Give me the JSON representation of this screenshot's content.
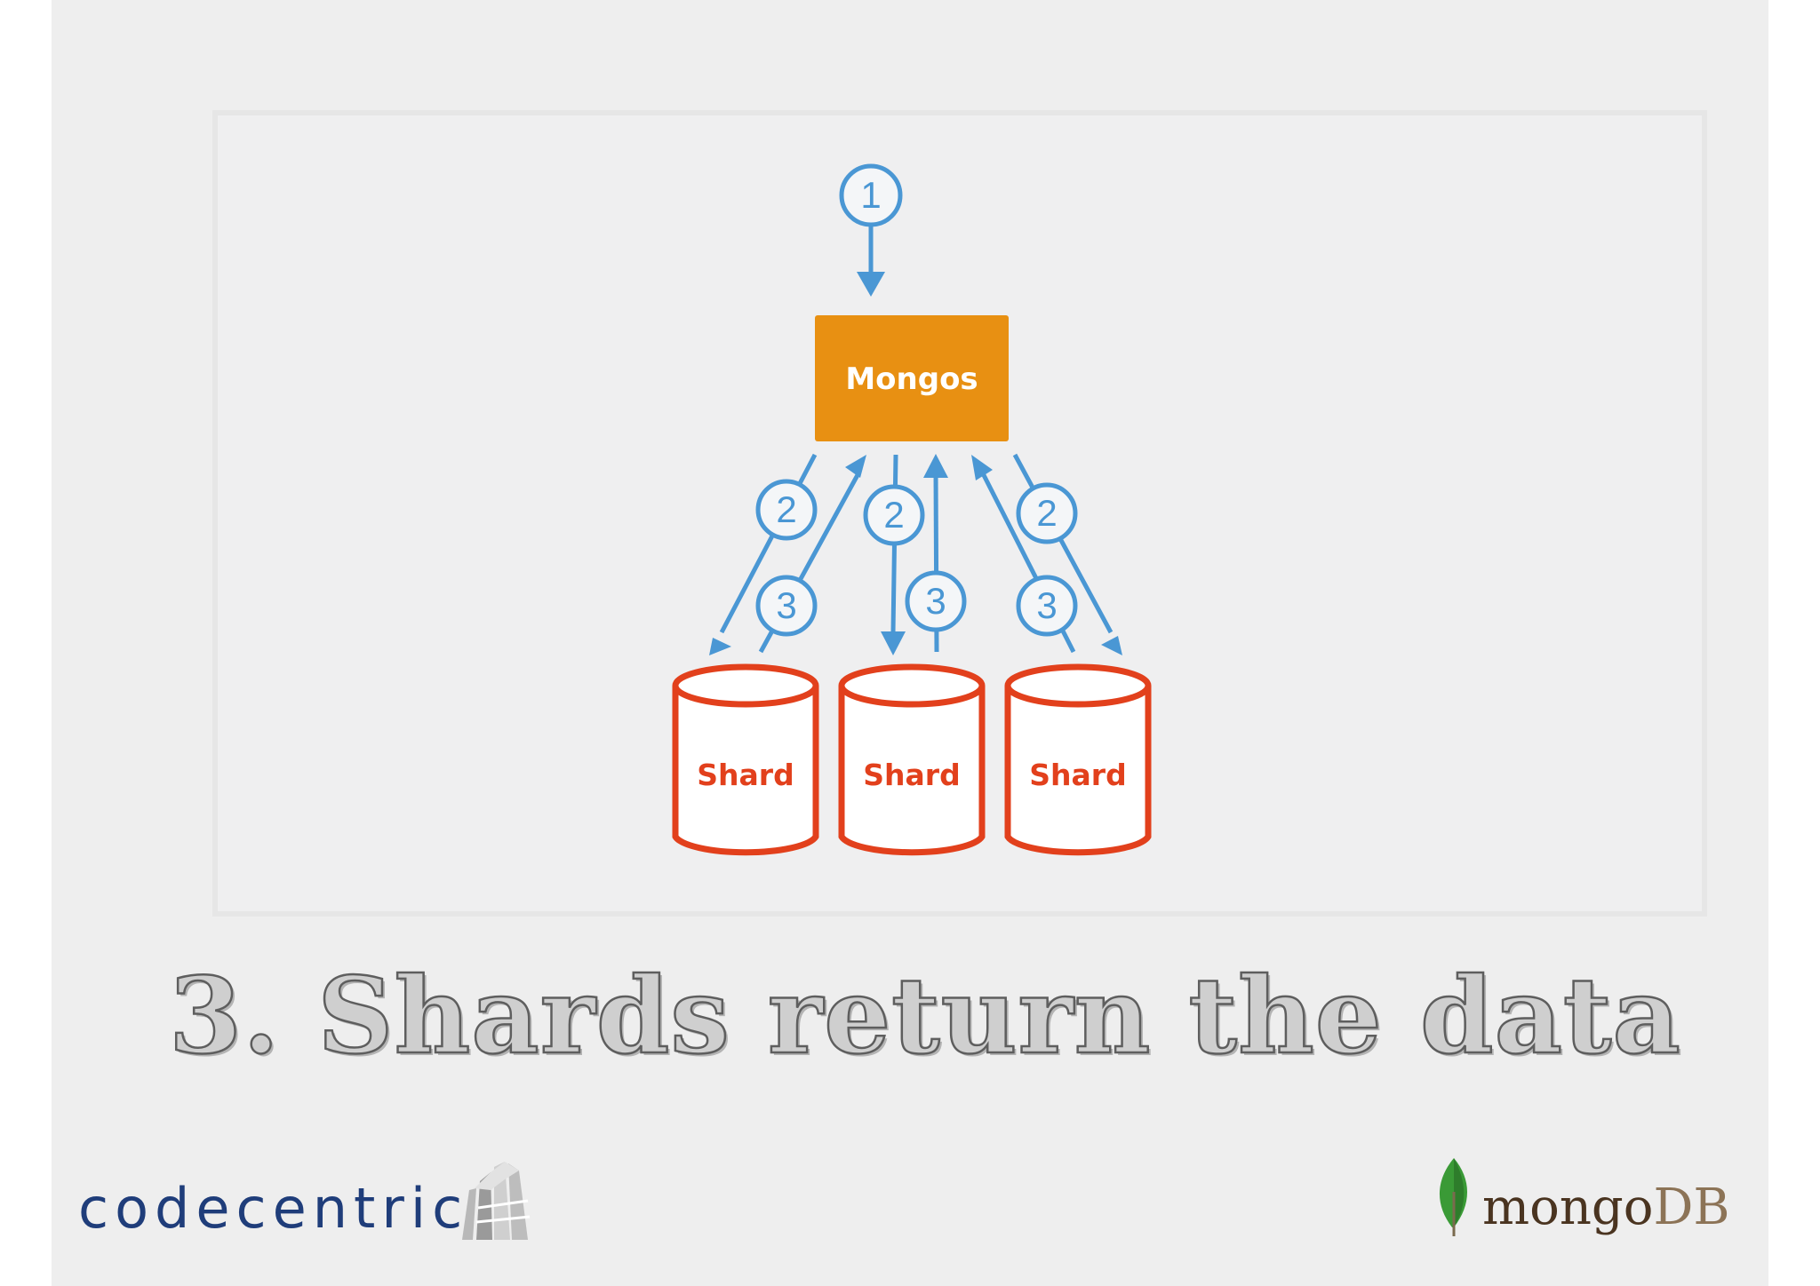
{
  "diagram": {
    "router_label": "Mongos",
    "shards": [
      {
        "label": "Shard"
      },
      {
        "label": "Shard"
      },
      {
        "label": "Shard"
      }
    ],
    "steps": {
      "request": "1",
      "forward": "2",
      "return": "3"
    },
    "colors": {
      "router": "#e89012",
      "shard_outline": "#e2401c",
      "arrow": "#4a97d4",
      "panel": "#efeff0"
    }
  },
  "headline": "3. Shards return the data",
  "footer": {
    "left_logo": "codecentric",
    "right_logo_part1": "mongo",
    "right_logo_part2": "DB"
  }
}
